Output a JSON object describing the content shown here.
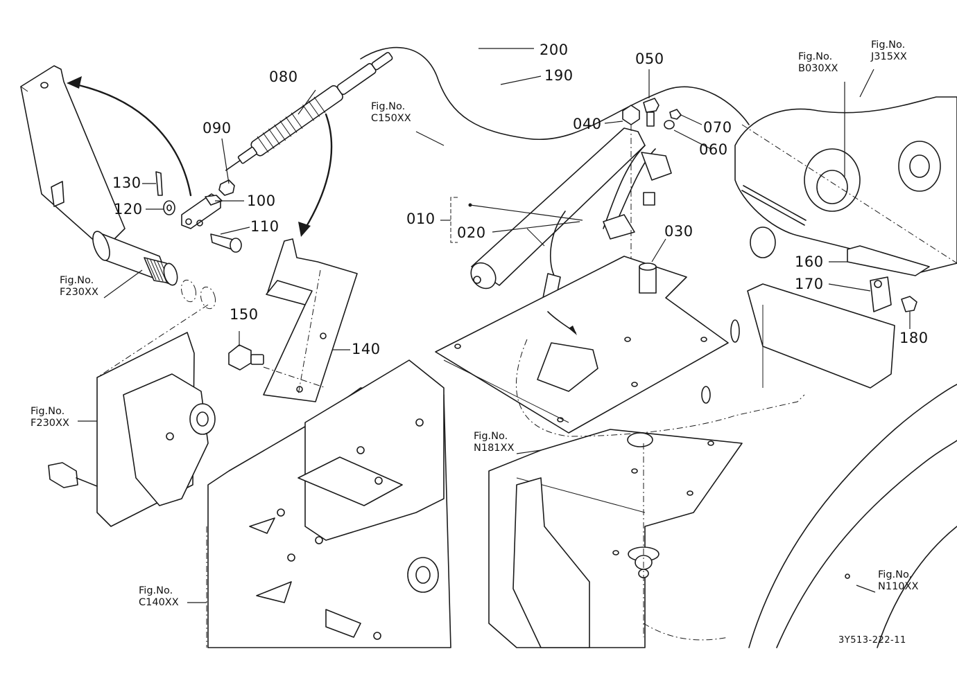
{
  "diagram": {
    "drawing_number": "3Y513-222-11",
    "parts": [
      {
        "id": "p200",
        "number": "200"
      },
      {
        "id": "p190",
        "number": "190"
      },
      {
        "id": "p080",
        "number": "080"
      },
      {
        "id": "p090",
        "number": "090"
      },
      {
        "id": "p130",
        "number": "130"
      },
      {
        "id": "p120",
        "number": "120"
      },
      {
        "id": "p100",
        "number": "100"
      },
      {
        "id": "p110",
        "number": "110"
      },
      {
        "id": "p150",
        "number": "150"
      },
      {
        "id": "p140",
        "number": "140"
      },
      {
        "id": "p050",
        "number": "050"
      },
      {
        "id": "p040",
        "number": "040"
      },
      {
        "id": "p070",
        "number": "070"
      },
      {
        "id": "p060",
        "number": "060"
      },
      {
        "id": "p010",
        "number": "010"
      },
      {
        "id": "p020",
        "number": "020"
      },
      {
        "id": "p030",
        "number": "030"
      },
      {
        "id": "p160",
        "number": "160"
      },
      {
        "id": "p170",
        "number": "170"
      },
      {
        "id": "p180",
        "number": "180"
      }
    ],
    "figure_refs": [
      {
        "id": "f_c150",
        "prefix": "Fig.No.",
        "code": "C150XX"
      },
      {
        "id": "f_b030",
        "prefix": "Fig.No.",
        "code": "B030XX"
      },
      {
        "id": "f_j315",
        "prefix": "Fig.No.",
        "code": "J315XX"
      },
      {
        "id": "f_f230a",
        "prefix": "Fig.No.",
        "code": "F230XX"
      },
      {
        "id": "f_f230b",
        "prefix": "Fig.No.",
        "code": "F230XX"
      },
      {
        "id": "f_n181",
        "prefix": "Fig.No.",
        "code": "N181XX"
      },
      {
        "id": "f_c140",
        "prefix": "Fig.No.",
        "code": "C140XX"
      },
      {
        "id": "f_n110",
        "prefix": "Fig.No.",
        "code": "N110XX"
      }
    ]
  }
}
